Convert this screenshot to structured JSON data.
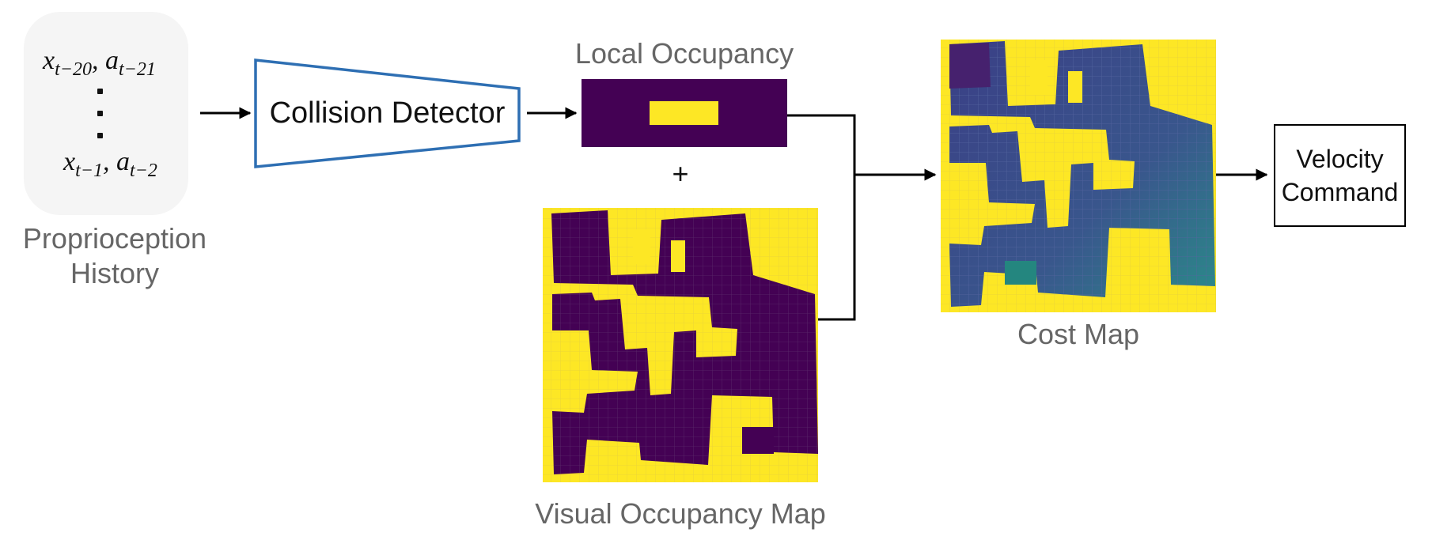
{
  "history": {
    "top_x": "x",
    "top_x_sub": "t−20",
    "top_a": "a",
    "top_a_sub": "t−21",
    "bottom_x": "x",
    "bottom_x_sub": "t−1",
    "bottom_a": "a",
    "bottom_a_sub": "t−2",
    "label_line1": "Proprioception",
    "label_line2": "History"
  },
  "collision_detector": {
    "label": "Collision Detector"
  },
  "local_occupancy": {
    "label": "Local Occupancy"
  },
  "plus": {
    "symbol": "+"
  },
  "visual_map": {
    "label": "Visual Occupancy Map"
  },
  "cost_map": {
    "label": "Cost Map"
  },
  "velocity_command": {
    "line1": "Velocity",
    "line2": "Command"
  },
  "colors": {
    "occupied": "#fde725",
    "free_dark": "#440154",
    "cost_blue": "#3f4e8a",
    "cost_teal": "#2a8b8a",
    "detector_stroke": "#2e6fb3",
    "label_gray": "#666666"
  }
}
